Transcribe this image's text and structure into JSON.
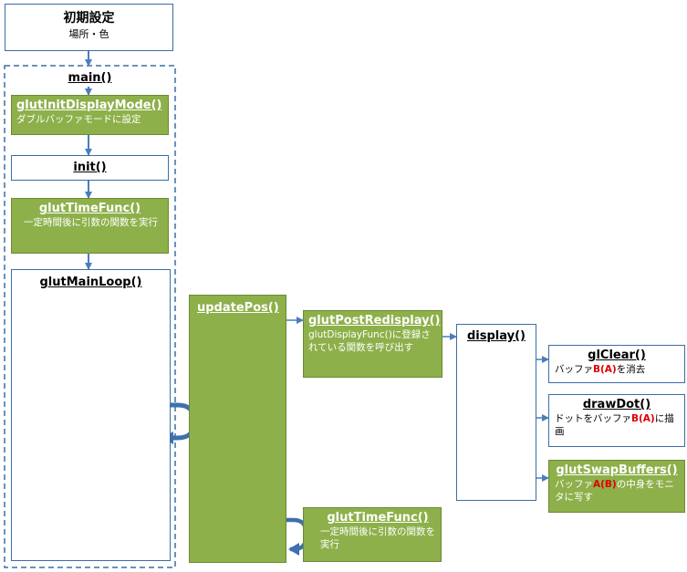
{
  "init_settings": {
    "title": "初期設定",
    "subtitle": "場所・色"
  },
  "main": {
    "title": "main()"
  },
  "glutInitDisplayMode": {
    "title": "glutInitDisplayMode()",
    "desc": "ダブルバッファモードに設定"
  },
  "init": {
    "title": "init()"
  },
  "glutTimeFunc1": {
    "title": "glutTimeFunc()",
    "desc": "一定時間後に引数の関数を実行"
  },
  "glutMainLoop": {
    "title": "glutMainLoop()"
  },
  "updatePos": {
    "title": "updatePos()"
  },
  "glutPostRedisplay": {
    "title": "glutPostRedisplay()",
    "desc": "glutDisplayFunc()に登録されている関数を呼び出す"
  },
  "display": {
    "title": "display()"
  },
  "glClear": {
    "title": "glClear()",
    "desc_pre": "バッファ",
    "desc_red": "B(A)",
    "desc_post": "を消去"
  },
  "drawDot": {
    "title": "drawDot()",
    "desc_pre": "ドットをバッファ",
    "desc_red": "B(A)",
    "desc_post": "に描画"
  },
  "glutSwapBuffers": {
    "title": "glutSwapBuffers()",
    "desc_pre": "バッファ",
    "desc_red": "A(B)",
    "desc_post": "の中身をモニタに写す"
  },
  "glutTimeFunc2": {
    "title": "glutTimeFunc()",
    "desc": "一定時間後に引数の関数を実行"
  },
  "colors": {
    "accent_blue": "#3a6ea5",
    "green": "#8db04a",
    "red_text": "#e00000"
  }
}
